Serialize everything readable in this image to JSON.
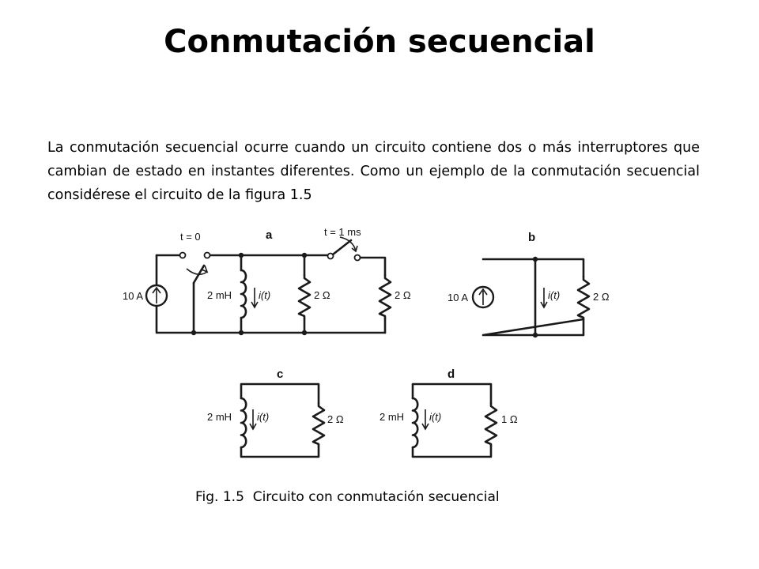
{
  "title": "Conmutación secuencial",
  "paragraph": "La conmutación secuencial ocurre cuando un circuito contiene dos o más interruptores que cambian de estado en instantes diferentes. Como un ejemplo de la conmutación secuencial considérese el circuito de la  figura 1.5",
  "caption": "Fig. 1.5  Circuito con conmutación secuencial",
  "figure": {
    "a": {
      "letter": "a",
      "switch1_label": "t = 0",
      "switch2_label": "t = 1 ms",
      "source": "10 A",
      "inductor": "2 mH",
      "current": "i(t)",
      "r1": "2 Ω",
      "r2": "2 Ω"
    },
    "b": {
      "letter": "b",
      "source": "10 A",
      "current": "i(t)",
      "r1": "2 Ω"
    },
    "c": {
      "letter": "c",
      "inductor": "2 mH",
      "current": "i(t)",
      "r1": "2 Ω"
    },
    "d": {
      "letter": "d",
      "inductor": "2 mH",
      "current": "i(t)",
      "r1": "1 Ω"
    }
  }
}
